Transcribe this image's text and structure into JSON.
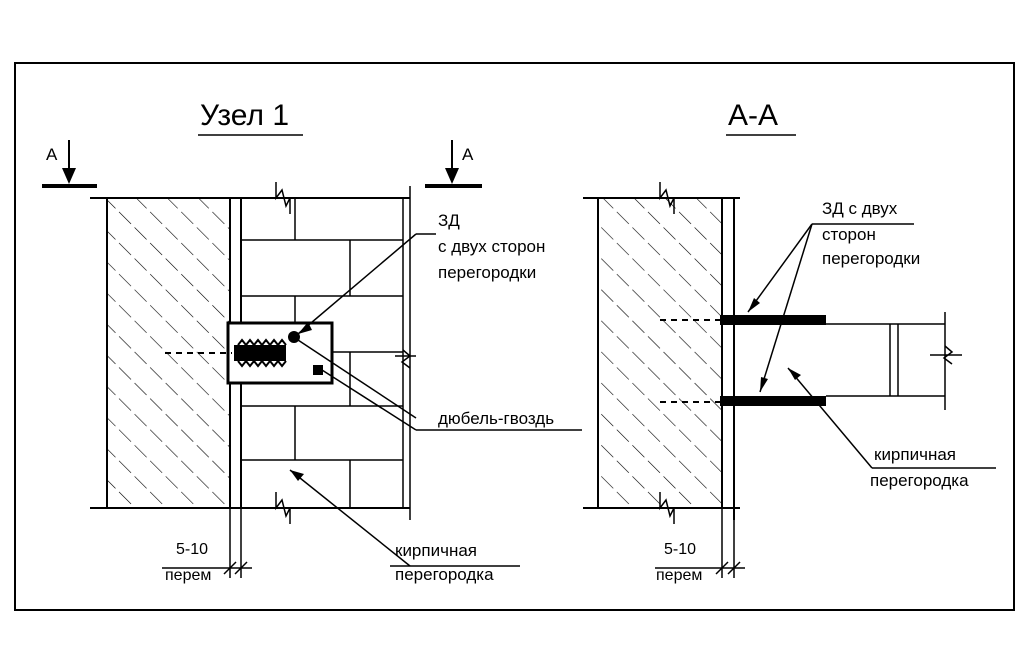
{
  "node_view": {
    "title": "Узел 1",
    "section_mark_left": "А",
    "section_mark_right": "А",
    "callout_fastener": [
      "ЗД",
      "с двух сторон",
      "перегородки"
    ],
    "callout_dowel": "дюбель-гвоздь",
    "callout_partition": [
      "кирпичная",
      "перегородка"
    ],
    "gap_dimension": [
      "5-10",
      "перем"
    ]
  },
  "section_view": {
    "title": "А-А",
    "callout_fastener": [
      "ЗД с двух",
      "сторон",
      "перегородки"
    ],
    "callout_partition": [
      "кирпичная",
      "перегородка"
    ],
    "gap_dimension": [
      "5-10",
      "перем"
    ]
  }
}
